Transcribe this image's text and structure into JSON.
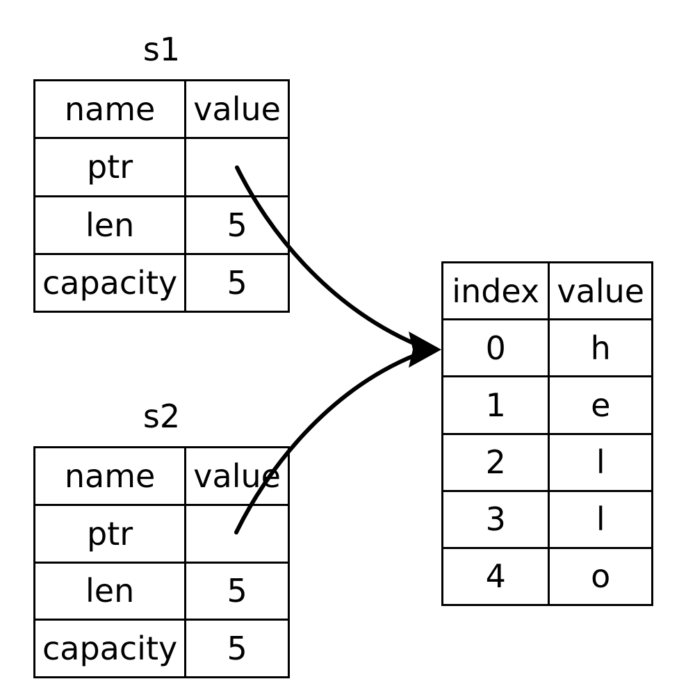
{
  "diagram": {
    "title_s1": "s1",
    "title_s2": "s2",
    "struct_headers": {
      "name": "name",
      "value": "value"
    },
    "array_headers": {
      "index": "index",
      "value": "value"
    },
    "s1": {
      "label": "s1",
      "rows": [
        {
          "name": "ptr",
          "value": ""
        },
        {
          "name": "len",
          "value": "5"
        },
        {
          "name": "capacity",
          "value": "5"
        }
      ]
    },
    "s2": {
      "label": "s2",
      "rows": [
        {
          "name": "ptr",
          "value": ""
        },
        {
          "name": "len",
          "value": "5"
        },
        {
          "name": "capacity",
          "value": "5"
        }
      ]
    },
    "array": {
      "rows": [
        {
          "index": "0",
          "value": "h"
        },
        {
          "index": "1",
          "value": "e"
        },
        {
          "index": "2",
          "value": "l"
        },
        {
          "index": "3",
          "value": "l"
        },
        {
          "index": "4",
          "value": "o"
        }
      ]
    },
    "colors": {
      "stroke": "#000000",
      "background": "#ffffff",
      "text": "#000000"
    }
  }
}
